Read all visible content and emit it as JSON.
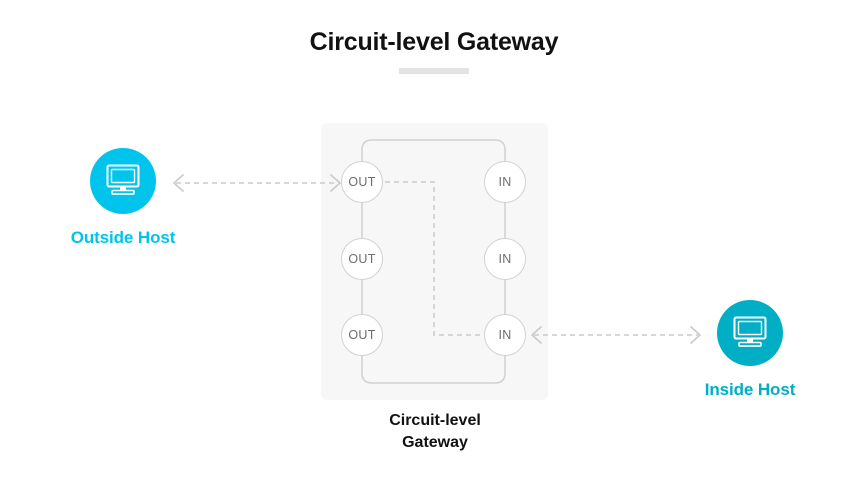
{
  "page": {
    "title": "Circuit-level Gateway",
    "background_color": "#ffffff",
    "rule_color": "#e3e3e3"
  },
  "gateway": {
    "caption_line_1": "Circuit-level",
    "caption_line_2": "Gateway",
    "panel_color": "#f7f7f7",
    "line_color": "#d2d2d2",
    "node_text_color": "#6d6d6d",
    "nodes": [
      {
        "id": "out-1",
        "label": "OUT",
        "column": "out",
        "row": 1
      },
      {
        "id": "out-2",
        "label": "OUT",
        "column": "out",
        "row": 2
      },
      {
        "id": "out-3",
        "label": "OUT",
        "column": "out",
        "row": 3
      },
      {
        "id": "in-1",
        "label": "IN",
        "column": "in",
        "row": 1
      },
      {
        "id": "in-2",
        "label": "IN",
        "column": "in",
        "row": 2
      },
      {
        "id": "in-3",
        "label": "IN",
        "column": "in",
        "row": 3
      }
    ]
  },
  "hosts": {
    "outside": {
      "label": "Outside Host",
      "icon": "desktop-monitor-icon",
      "circle_color": "#00c4ec",
      "label_color": "#00c4ec"
    },
    "inside": {
      "label": "Inside Host",
      "icon": "desktop-monitor-icon",
      "circle_color": "#00aec6",
      "label_color": "#00aec6"
    }
  },
  "connectors": {
    "left": {
      "name": "outside-host-to-gateway",
      "style": "dashed",
      "direction": "bidirectional",
      "color": "#cccccc"
    },
    "right": {
      "name": "gateway-to-inside-host",
      "style": "dashed",
      "direction": "bidirectional",
      "color": "#cccccc"
    },
    "internal": {
      "name": "out1-to-in3-circuit",
      "style": "dashed",
      "direction": "unidirectional",
      "color": "#cccccc"
    }
  }
}
